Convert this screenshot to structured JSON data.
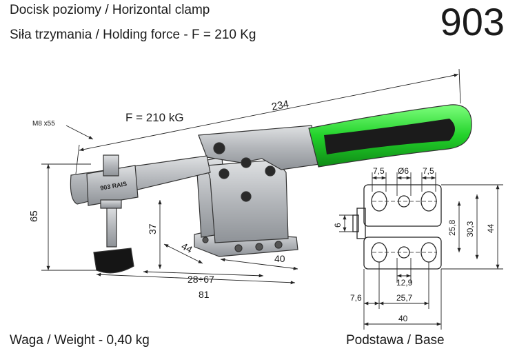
{
  "header": {
    "title_line1": "Docisk poziomy / Horizontal clamp",
    "title_line2": "Siła trzymania / Holding force - F = 210 Kg",
    "model_number": "903"
  },
  "footer": {
    "weight": "Waga / Weight - 0,40 kg",
    "base_label": "Podstawa / Base"
  },
  "clamp": {
    "force_label": "F = 210 kG",
    "bolt_label": "M8 x55",
    "body_marking": "903 RAIS",
    "colors": {
      "grip": "#2ecc40",
      "grip_dark": "#1b1b1b",
      "metal": "#b9bcc0",
      "spindle_tip": "#151515"
    },
    "dims": {
      "overall_length": "234",
      "height": "65",
      "arm_height": "37",
      "base_depth": "44",
      "base_width": "40",
      "reach_range": "28÷67",
      "spindle_reach": "81"
    }
  },
  "base_plate": {
    "dims": {
      "top_left_gap": "7,5",
      "hole_center": "Ø6",
      "top_right_gap": "7,5",
      "slot_height": "6",
      "height_inner": "25,8",
      "height_mid": "30,3",
      "height_total": "44",
      "center_spacing": "12,9",
      "left_offset": "7,6",
      "hole_spacing": "25,7",
      "total_width": "40"
    }
  }
}
